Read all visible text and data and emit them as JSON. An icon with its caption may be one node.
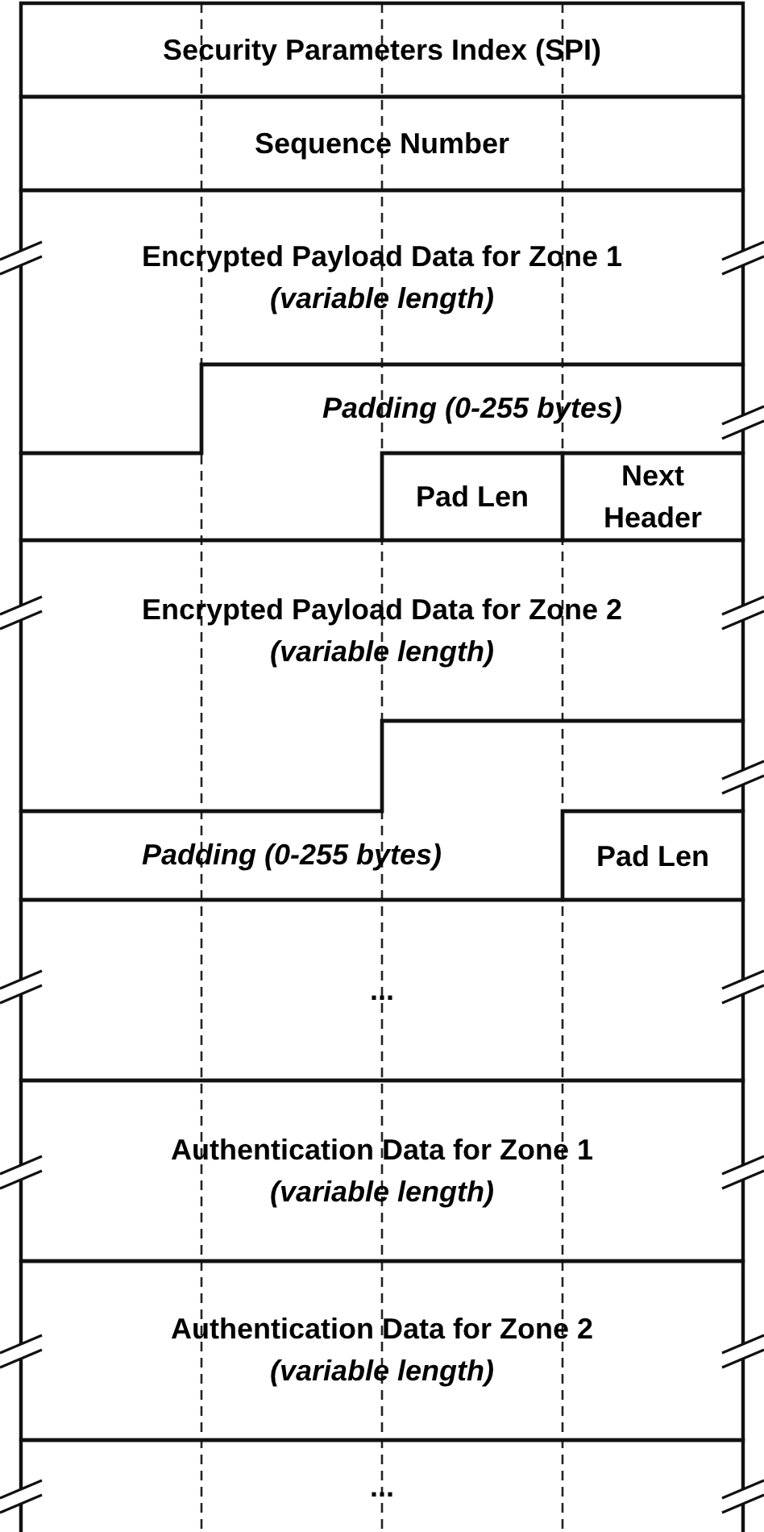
{
  "diagram": {
    "nodes": [
      {
        "text": [
          "Security Parameters Index (SPI)"
        ]
      },
      {
        "text": [
          "Sequence Number"
        ]
      },
      {
        "text": [
          "Encrypted Payload Data for Zone 1",
          "(variable length)"
        ]
      },
      {
        "text": [
          "Padding (0-255 bytes)"
        ]
      },
      {
        "text": [
          "Pad Len"
        ]
      },
      {
        "text": [
          "Next Header"
        ]
      },
      {
        "text": [
          "Encrypted Payload Data for Zone 2",
          "(variable length)"
        ]
      },
      {
        "text": [
          "Padding (0-255 bytes)"
        ]
      },
      {
        "text": [
          "Pad Len"
        ]
      },
      {
        "text": [
          "..."
        ]
      },
      {
        "text": [
          "Authentication Data for Zone 1",
          "(variable length)"
        ]
      },
      {
        "text": [
          "Authentication Data for Zone 2",
          "(variable length)"
        ]
      },
      {
        "text": [
          "..."
        ]
      }
    ]
  }
}
